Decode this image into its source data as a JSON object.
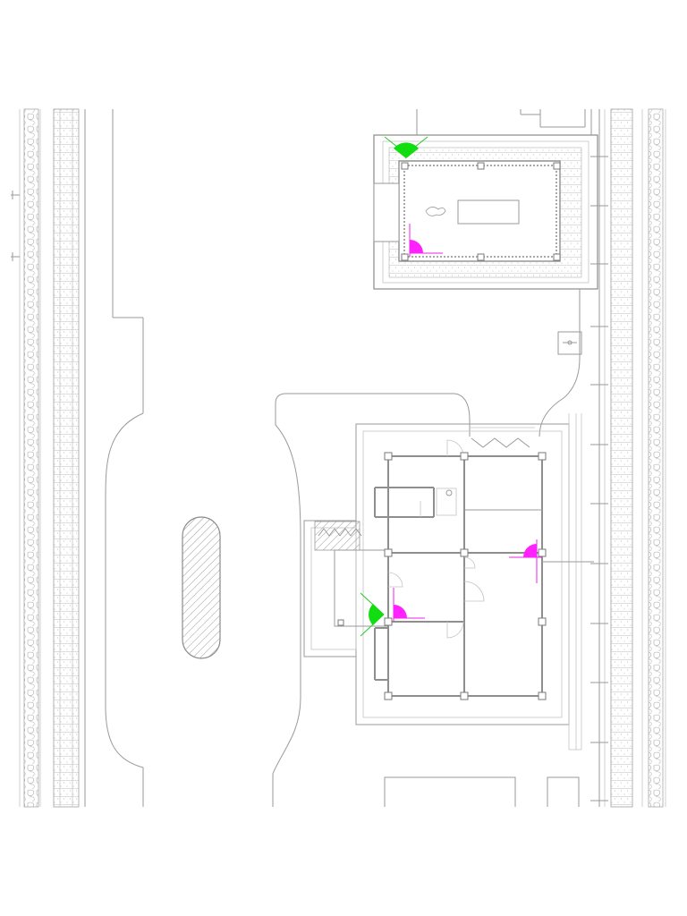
{
  "drawing": {
    "type": "site-plan",
    "cameras": [
      {
        "kind": "dome",
        "color": "#11dd11"
      },
      {
        "kind": "dome",
        "color": "#11dd11"
      },
      {
        "kind": "bullet",
        "color": "#ff22ff"
      },
      {
        "kind": "bullet",
        "color": "#ff22ff"
      },
      {
        "kind": "bullet",
        "color": "#ff22ff"
      }
    ],
    "colors": {
      "background": "#ffffff",
      "linework": "#9a9a9a",
      "camera_green": "#11dd11",
      "camera_magenta": "#ff22ff"
    }
  }
}
